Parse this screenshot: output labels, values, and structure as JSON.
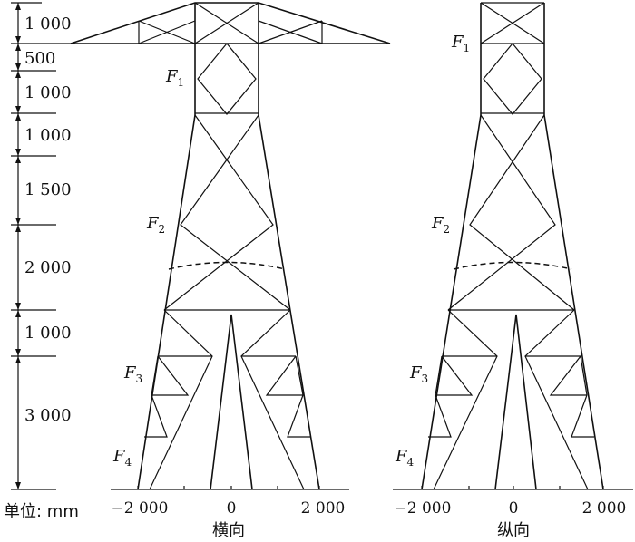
{
  "dimensions": [
    "1 000",
    "500",
    "1 000",
    "1 000",
    "1 500",
    "2 000",
    "1 000",
    "3 000"
  ],
  "unit_label": "单位: mm",
  "forces": [
    {
      "letter": "F",
      "index": "1"
    },
    {
      "letter": "F",
      "index": "2"
    },
    {
      "letter": "F",
      "index": "3"
    },
    {
      "letter": "F",
      "index": "4"
    }
  ],
  "axis_ticks": [
    "−2 000",
    "0",
    "2 000"
  ],
  "captions": {
    "transverse": "横向",
    "longitudinal": "纵向"
  }
}
